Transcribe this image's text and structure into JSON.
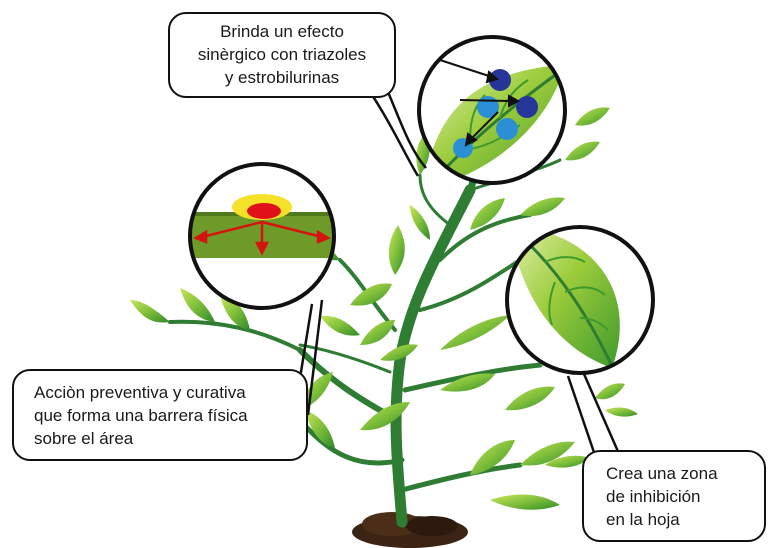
{
  "callouts": {
    "synergy": {
      "lines": [
        "Brinda un efecto",
        "sinèrgico con triazoles",
        "y estrobilurinas"
      ]
    },
    "barrier": {
      "lines": [
        "Acciòn preventiva y curativa",
        "que forma una barrera física",
        "sobre el área"
      ]
    },
    "inhibition": {
      "lines": [
        "Crea una zona",
        "de inhibición",
        "en la hoja"
      ]
    }
  },
  "colors": {
    "stem": "#2e7d32",
    "leaf_light": "#9ccc3c",
    "leaf_dark": "#3f9a2c",
    "soil": "#3b2414",
    "barrier_band": "#6e9a2a",
    "fungicide_core": "#e0101a",
    "fungicide_halo": "#f5e12a",
    "arrow_red": "#d4150f",
    "molecule_dark": "#26359a",
    "molecule_light": "#2b8fd6"
  }
}
